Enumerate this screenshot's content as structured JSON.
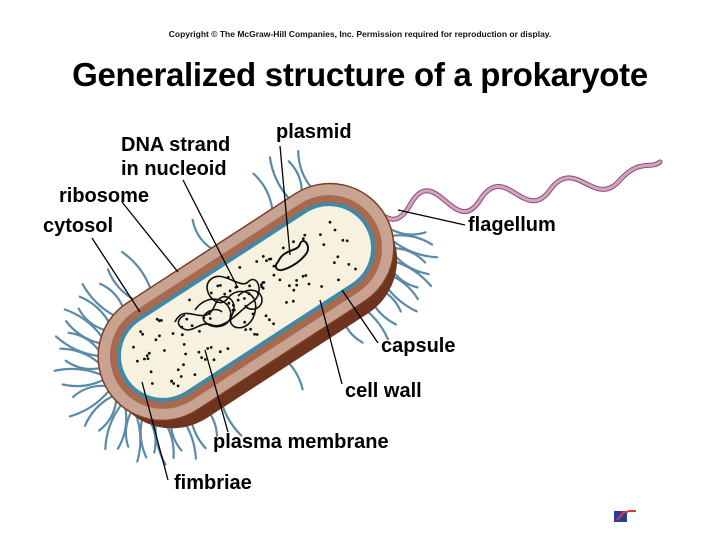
{
  "header": {
    "copyright": "Copyright © The McGraw-Hill Companies, Inc. Permission required for reproduction or display.",
    "title": "Generalized structure of a prokaryote"
  },
  "labels": {
    "plasmid": "plasmid",
    "dna_line1": "DNA strand",
    "dna_line2": "in nucleoid",
    "ribosome": "ribosome",
    "cytosol": "cytosol",
    "flagellum": "flagellum",
    "capsule": "capsule",
    "cell_wall": "cell wall",
    "plasma_membrane": "plasma membrane",
    "fimbriae": "fimbriae"
  },
  "colors": {
    "capsule": "#c8a392",
    "cell_wall": "#8a4a2e",
    "membrane": "#3e8aa8",
    "cytosol": "#f7f2df",
    "fimbriae": "#5a8aa8",
    "flagellum": "#c98fb0"
  }
}
